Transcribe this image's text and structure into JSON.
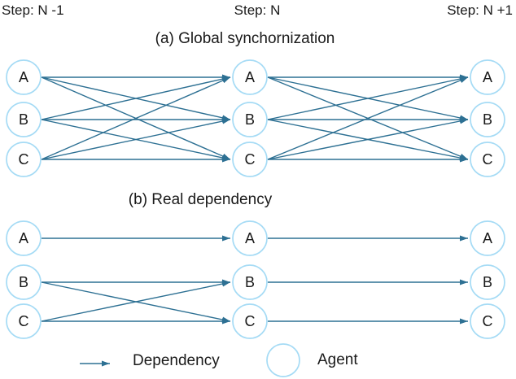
{
  "figure": {
    "step_labels": [
      "Step: N -1",
      "Step: N",
      "Step: N +1"
    ],
    "agents": [
      "A",
      "B",
      "C"
    ],
    "columns_x": [
      29,
      307,
      599
    ],
    "node_radius": 21,
    "colors": {
      "edge": "#2d7093",
      "node_stroke": "#a5dbf5",
      "node_fill": "#ffffff",
      "text": "#1a1a1a"
    },
    "sections": [
      {
        "id": "a",
        "caption": "(a) Global synchornization",
        "rows_y": [
          95,
          147,
          196
        ],
        "edges": [
          [
            0,
            0,
            1,
            0
          ],
          [
            0,
            0,
            1,
            1
          ],
          [
            0,
            0,
            1,
            2
          ],
          [
            0,
            1,
            1,
            0
          ],
          [
            0,
            1,
            1,
            1
          ],
          [
            0,
            1,
            1,
            2
          ],
          [
            0,
            2,
            1,
            0
          ],
          [
            0,
            2,
            1,
            1
          ],
          [
            0,
            2,
            1,
            2
          ],
          [
            1,
            0,
            2,
            0
          ],
          [
            1,
            0,
            2,
            1
          ],
          [
            1,
            0,
            2,
            2
          ],
          [
            1,
            1,
            2,
            0
          ],
          [
            1,
            1,
            2,
            1
          ],
          [
            1,
            1,
            2,
            2
          ],
          [
            1,
            2,
            2,
            0
          ],
          [
            1,
            2,
            2,
            1
          ],
          [
            1,
            2,
            2,
            2
          ]
        ]
      },
      {
        "id": "b",
        "caption": "(b) Real dependency",
        "rows_y": [
          293,
          347,
          395
        ],
        "edges": [
          [
            0,
            0,
            1,
            0
          ],
          [
            0,
            1,
            1,
            1
          ],
          [
            0,
            1,
            1,
            2
          ],
          [
            0,
            2,
            1,
            1
          ],
          [
            0,
            2,
            1,
            2
          ],
          [
            1,
            0,
            2,
            0
          ],
          [
            1,
            1,
            2,
            1
          ],
          [
            1,
            2,
            2,
            2
          ]
        ]
      }
    ],
    "legend": {
      "dependency_label": "Dependency",
      "agent_label": "Agent"
    }
  }
}
